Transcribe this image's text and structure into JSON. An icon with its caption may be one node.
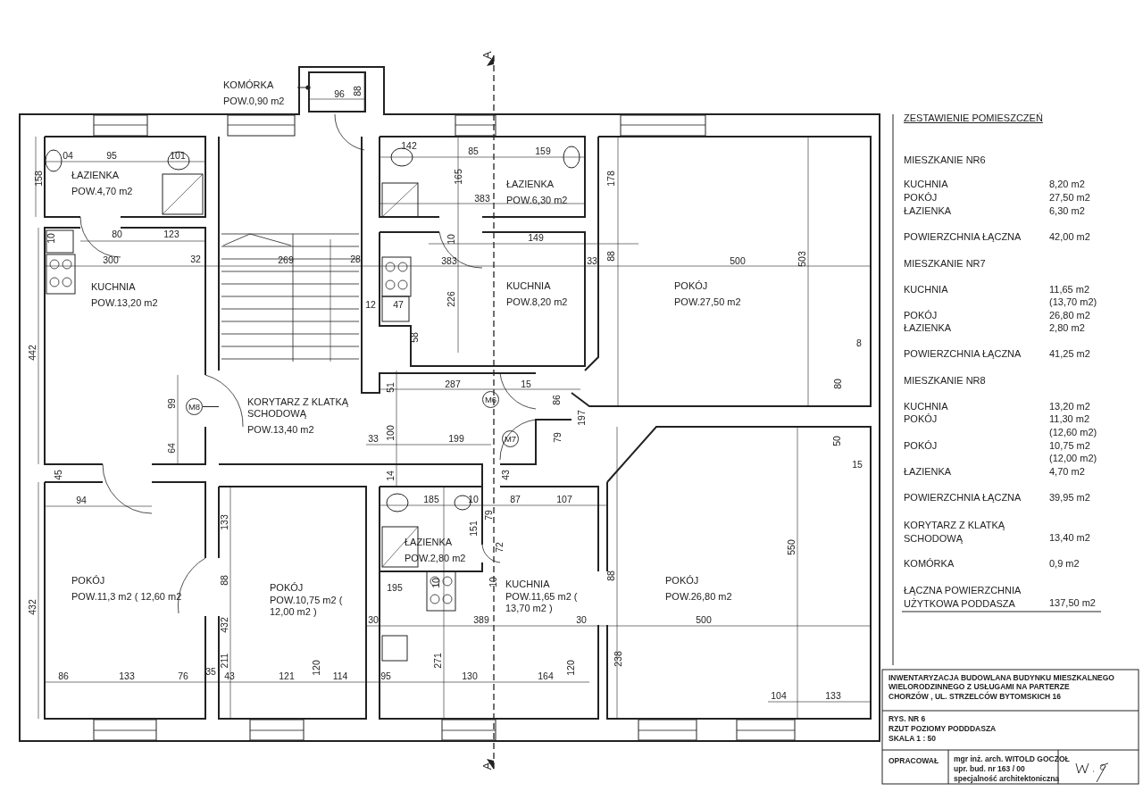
{
  "diagram": {
    "nodes": [
      {
        "text": [
          "ŁAZIENKA",
          "POW.4,70 m2"
        ]
      },
      {
        "text": [
          "KUCHNIA",
          "POW.13,20 m2"
        ]
      },
      {
        "text": [
          "KORYTARZ Z KLATKĄ SCHODOWĄ",
          "POW.13,40 m2"
        ]
      },
      {
        "text": [
          "ŁAZIENKA",
          "POW.6,30 m2"
        ]
      },
      {
        "text": [
          "KUCHNIA",
          "POW.8,20 m2"
        ]
      },
      {
        "text": [
          "POKÓJ",
          "POW.27,50 m2"
        ]
      },
      {
        "text": [
          "POKÓJ",
          "POW.11,3 m2 ( 12,60 m2"
        ]
      },
      {
        "text": [
          "POKÓJ",
          "POW.10,75 m2 ( 12,00 m2 )"
        ]
      },
      {
        "text": [
          "ŁAZIENKA",
          "POW.2,80 m2"
        ]
      },
      {
        "text": [
          "KUCHNIA",
          "POW.11,65 m2 ( 13,70 m2 )"
        ]
      },
      {
        "text": [
          "POKÓJ",
          "POW.26,80 m2"
        ]
      },
      {
        "text": [
          "KOMÓRKA",
          "POW.0,90 m2"
        ]
      },
      {
        "text": [],
        "shape": "box"
      },
      {
        "text": [
          "M8"
        ]
      },
      {
        "text": [
          "M6"
        ]
      },
      {
        "text": [
          "M7"
        ]
      }
    ],
    "edges": [
      {
        "from": 11,
        "to": 12,
        "arrow": "other"
      },
      {
        "from": 13,
        "to": 2,
        "arrow": "none"
      }
    ],
    "labels": [
      "A",
      "96",
      "88",
      "04",
      "95",
      "101",
      "142",
      "85",
      "159",
      "158",
      "165",
      "178",
      "383",
      "10",
      "80",
      "123",
      "10",
      "149",
      "300",
      "32",
      "269",
      "28",
      "383",
      "33",
      "88",
      "500",
      "503",
      "12",
      "47",
      "226",
      "442",
      "58",
      "8",
      "51",
      "287",
      "15",
      "80",
      "99",
      "86",
      "197",
      "64",
      "33",
      "100",
      "199",
      "79",
      "50",
      "45",
      "14",
      "43",
      "15",
      "94",
      "185",
      "10",
      "87",
      "107",
      "133",
      "151",
      "79",
      "72",
      "550",
      "88",
      "195",
      "10",
      "10",
      "88",
      "432",
      "432",
      "30",
      "389",
      "30",
      "500",
      "35",
      "211",
      "120",
      "271",
      "120",
      "238",
      "86",
      "133",
      "76",
      "43",
      "121",
      "114",
      "95",
      "130",
      "164",
      "104",
      "133",
      "A",
      "ZESTAWIENIE POMIESZCZEŃ",
      "MIESZKANIE NR6",
      "KUCHNIA",
      "8,20 m2",
      "POKÓJ",
      "27,50 m2",
      "ŁAZIENKA",
      "6,30 m2",
      "POWIERZCHNIA ŁĄCZNA",
      "42,00 m2",
      "MIESZKANIE NR7",
      "KUCHNIA",
      "11,65 m2",
      "(13,70 m2)",
      "POKÓJ",
      "26,80 m2",
      "ŁAZIENKA",
      "2,80 m2",
      "POWIERZCHNIA ŁĄCZNA",
      "41,25 m2",
      "MIESZKANIE NR8",
      "KUCHNIA",
      "13,20 m2",
      "POKÓJ",
      "11,30 m2",
      "(12,60 m2)",
      "POKÓJ",
      "10,75 m2",
      "(12,00 m2)",
      "ŁAZIENKA",
      "4,70 m2",
      "POWIERZCHNIA ŁĄCZNA",
      "39,95 m2",
      "KORYTARZ Z KLATKĄ SCHODOWĄ",
      "13,40 m2",
      "KOMÓRKA",
      "0,9 m2",
      "ŁĄCZNA POWIERZCHNIA UŻYTKOWA PODDASZA",
      "137,50 m2",
      "INWENTARYZACJA BUDOWLANA BUDYNKU MIESZKALNEGO WIELORODZINNEGO Z USŁUGAMI NA PARTERZE",
      "CHORZÓW , UL. STRZELCÓW BYTOMSKICH 16",
      "RYS. NR 6",
      "RZUT POZIOMY PODDDASZA",
      "SKALA 1 : 50",
      "OPRACOWAŁ",
      "mgr inż. arch. WITOLD GOCZOŁ",
      "upr. bud. nr 163 / 00",
      "specjalność architektoniczna"
    ]
  }
}
